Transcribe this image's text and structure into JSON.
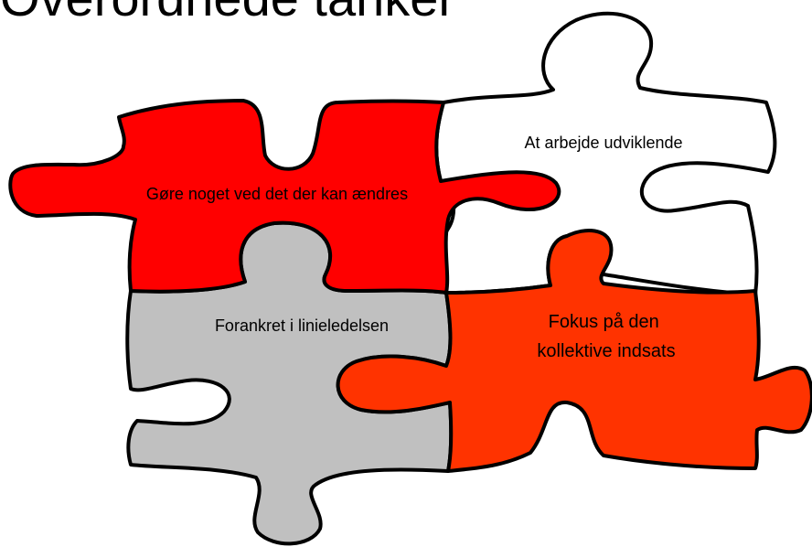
{
  "slide": {
    "title": "Overordnede tanker"
  },
  "pieces": [
    {
      "id": "white",
      "label_lines": [
        "At arbejde udviklende"
      ],
      "color": "#ffffff"
    },
    {
      "id": "red",
      "label_lines": [
        "Gøre noget ved det der kan ændres"
      ],
      "color": "#ff0000"
    },
    {
      "id": "gray",
      "label_lines": [
        "Forankret i linieledelsen"
      ],
      "color": "#c0c0c0"
    },
    {
      "id": "orange",
      "label_lines": [
        "Fokus på den",
        "kollektive indsats"
      ],
      "color": "#ff3300"
    }
  ]
}
